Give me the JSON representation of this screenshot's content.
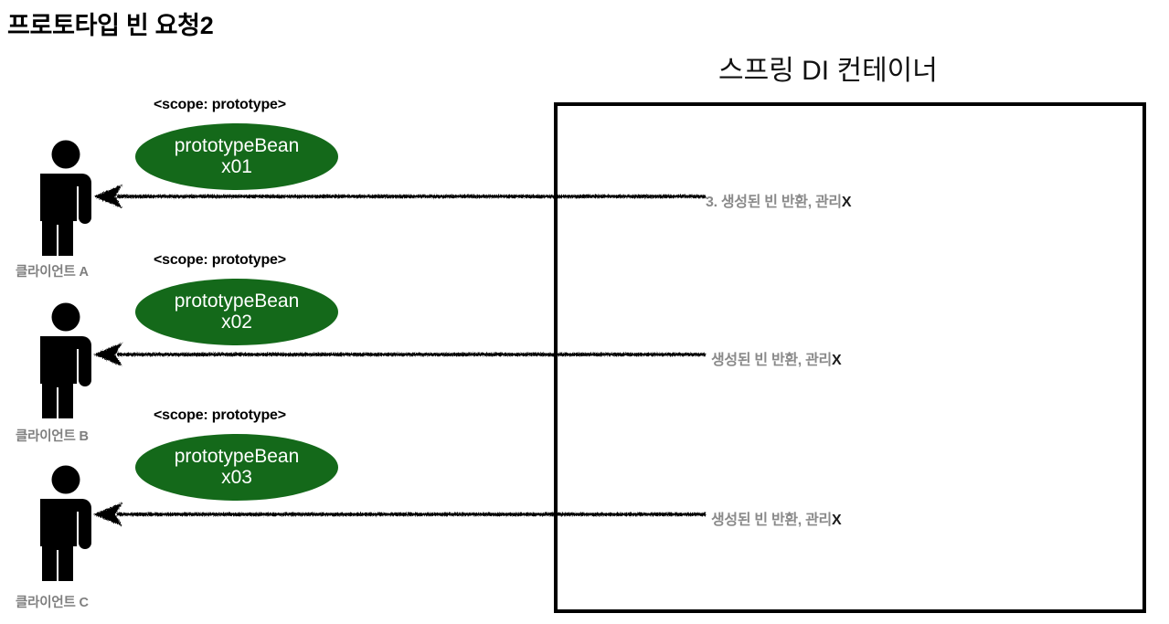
{
  "page": {
    "title": "프로토타입 빈 요청2"
  },
  "container": {
    "title": "스프링 DI 컨테이너"
  },
  "beans": [
    {
      "scope_label": "<scope: prototype>",
      "name": "prototypeBean",
      "instance": "x01",
      "color": "#14691a"
    },
    {
      "scope_label": "<scope: prototype>",
      "name": "prototypeBean",
      "instance": "x02",
      "color": "#14691a"
    },
    {
      "scope_label": "<scope: prototype>",
      "name": "prototypeBean",
      "instance": "x03",
      "color": "#14691a"
    }
  ],
  "clients": [
    {
      "label": "클라이언트 A",
      "icon": "person-icon"
    },
    {
      "label": "클라이언트 B",
      "icon": "person-icon"
    },
    {
      "label": "클라이언트 C",
      "icon": "person-icon"
    }
  ],
  "arrows": [
    {
      "icon": "arrow-left-icon",
      "label_text": "3. 생성된 빈 반환, 관리",
      "label_mark": "X"
    },
    {
      "icon": "arrow-left-icon",
      "label_text": "생성된 빈 반환, 관리",
      "label_mark": "X"
    },
    {
      "icon": "arrow-left-icon",
      "label_text": "생성된 빈 반환, 관리",
      "label_mark": "X"
    }
  ],
  "colors": {
    "bean_green": "#14691a",
    "label_gray": "#8a8a8a",
    "client_gray": "#7f7f7f",
    "stroke_black": "#000000"
  }
}
